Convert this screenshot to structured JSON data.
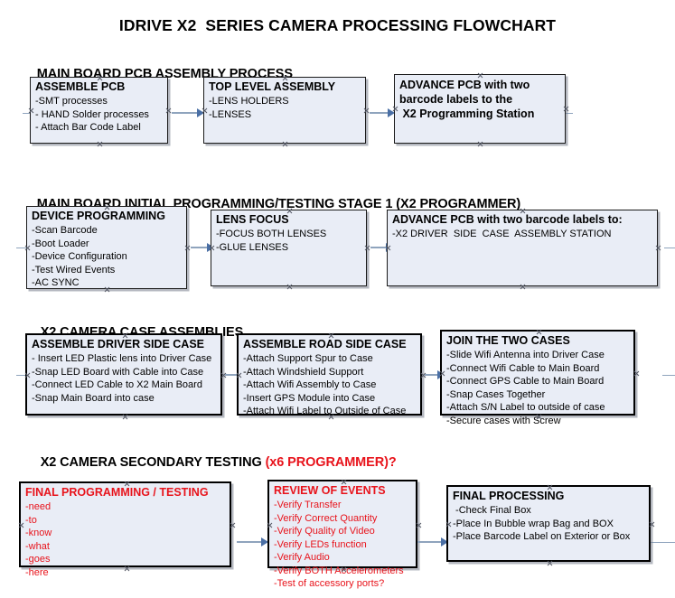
{
  "title": "IDRIVE X2  SERIES CAMERA PROCESSING FLOWCHART",
  "colors": {
    "box_fill": "#e9edf6",
    "box_border": "#1a1a1a",
    "accent_red": "#e8131b",
    "arrow_line": "#8fa4bd",
    "arrow_head": "#4a6fa5",
    "text": "#000000"
  },
  "sections": [
    {
      "id": "pcb-assembly",
      "header": "MAIN BOARD PCB ASSEMBLY PROCESS",
      "header_red": "",
      "boxes": [
        {
          "id": "assemble-pcb",
          "title": "ASSEMBLE PCB",
          "title_color": "black",
          "lines": [
            "-SMT processes",
            "- HAND Solder processes",
            "- Attach Bar Code Label"
          ]
        },
        {
          "id": "top-level-assembly",
          "title": "TOP LEVEL ASSEMBLY",
          "title_color": "black",
          "lines": [
            "-LENS HOLDERS",
            "-LENSES"
          ]
        },
        {
          "id": "advance-pcb-programming",
          "title": "",
          "title_color": "black",
          "bold_lines": [
            "ADVANCE PCB with two",
            "barcode labels to the",
            " X2 Programming Station"
          ],
          "lines": []
        }
      ]
    },
    {
      "id": "initial-programming",
      "header": "MAIN BOARD INITIAL PROGRAMMING/TESTING STAGE 1 (X2 PROGRAMMER)",
      "header_red": "",
      "boxes": [
        {
          "id": "device-programming",
          "title": "DEVICE PROGRAMMING",
          "title_color": "black",
          "lines": [
            "-Scan Barcode",
            "-Boot Loader",
            "-Device Configuration",
            "-Test Wired Events",
            "-AC SYNC"
          ]
        },
        {
          "id": "lens-focus",
          "title": "LENS FOCUS",
          "title_color": "black",
          "lines": [
            "-FOCUS BOTH LENSES",
            "-GLUE LENSES"
          ]
        },
        {
          "id": "advance-pcb-driver-side",
          "title": "ADVANCE PCB with two barcode labels to:",
          "title_color": "black",
          "lines": [
            "-X2 DRIVER  SIDE  CASE  ASSEMBLY STATION"
          ]
        }
      ]
    },
    {
      "id": "case-assemblies",
      "header": "X2 CAMERA CASE ASSEMBLIES",
      "header_red": "",
      "boxes": [
        {
          "id": "assemble-driver-side-case",
          "title": "ASSEMBLE DRIVER SIDE CASE",
          "title_color": "black",
          "lines": [
            "- Insert LED Plastic lens into Driver Case",
            "-Snap LED Board with Cable into Case",
            "-Connect LED Cable to X2 Main Board",
            "-Snap Main Board into case"
          ]
        },
        {
          "id": "assemble-road-side-case",
          "title": "ASSEMBLE ROAD SIDE CASE",
          "title_color": "black",
          "lines": [
            "-Attach Support Spur to Case",
            "-Attach Windshield Support",
            "-Attach Wifi Assembly to Case",
            "-Insert GPS Module into Case",
            "-Attach Wifi Label to Outside of Case"
          ]
        },
        {
          "id": "join-the-two-cases",
          "title": "JOIN THE TWO CASES",
          "title_color": "black",
          "lines": [
            "-Slide Wifi Antenna into Driver Case",
            "-Connect Wifi Cable to Main Board",
            "-Connect GPS Cable to Main Board",
            "-Snap Cases Together",
            "-Attach S/N Label to outside of case",
            "-Secure cases with Screw"
          ]
        }
      ]
    },
    {
      "id": "secondary-testing",
      "header": "X2 CAMERA SECONDARY TESTING ",
      "header_red": "(x6 PROGRAMMER)?",
      "boxes": [
        {
          "id": "final-programming-testing",
          "title": "FINAL PROGRAMMING / TESTING",
          "title_color": "red",
          "lines": [
            "-need",
            "-to",
            "-know",
            "-what",
            "-goes",
            "-here"
          ]
        },
        {
          "id": "review-of-events",
          "title": "REVIEW OF EVENTS",
          "title_color": "red",
          "lines": [
            "-Verify Transfer",
            "-Verify Correct Quantity",
            "-Verify Quality of Video",
            "-Verify LEDs function",
            "-Verify Audio",
            "-Verify BOTH Accelerometers",
            "-Test of accessory ports?"
          ]
        },
        {
          "id": "final-processing",
          "title": "FINAL PROCESSING",
          "title_color": "black",
          "lines": [
            " -Check Final Box",
            "-Place In Bubble wrap Bag and BOX",
            "-Place Barcode Label on Exterior or Box"
          ]
        }
      ]
    }
  ]
}
